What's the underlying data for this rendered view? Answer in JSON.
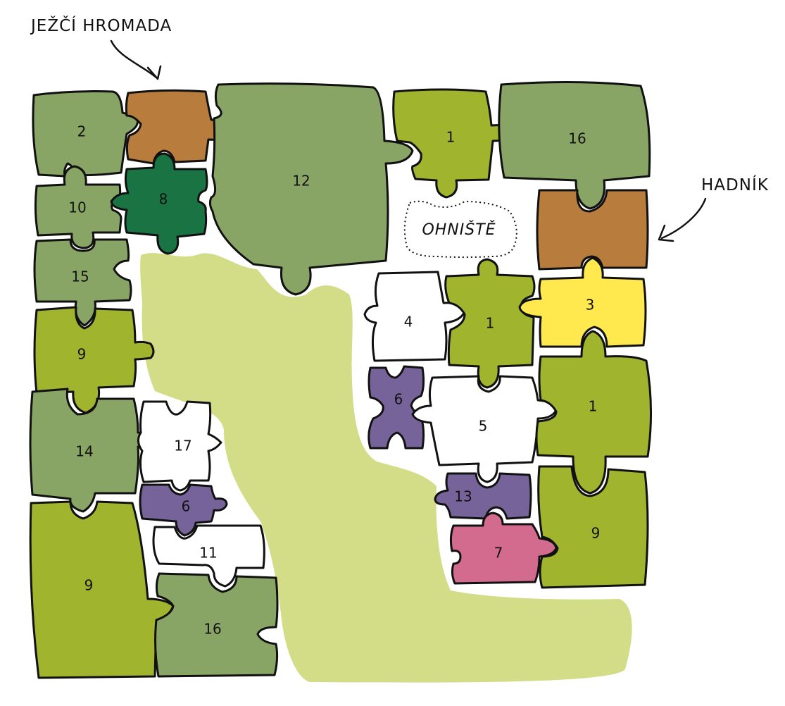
{
  "labels": {
    "hedgehog_pile": "JEŽČÍ HROMADA",
    "snake_pile": "HADNÍK",
    "fireplace": "OHNIŠTĚ"
  },
  "colors": {
    "path": "#d3dc87",
    "olive": "#a0b42e",
    "sage": "#89a566",
    "dark_green": "#1a7343",
    "brown": "#b87c3c",
    "yellow": "#ffe94f",
    "purple": "#766399",
    "pink": "#d36b8e",
    "white": "#ffffff"
  },
  "beds": [
    {
      "id": "bed-2",
      "number": "2"
    },
    {
      "id": "bed-brown-top",
      "number": ""
    },
    {
      "id": "bed-12",
      "number": "12"
    },
    {
      "id": "bed-1-top",
      "number": "1"
    },
    {
      "id": "bed-16-top",
      "number": "16"
    },
    {
      "id": "bed-10",
      "number": "10"
    },
    {
      "id": "bed-8",
      "number": "8"
    },
    {
      "id": "bed-brown-right",
      "number": ""
    },
    {
      "id": "bed-15",
      "number": "15"
    },
    {
      "id": "bed-4",
      "number": "4"
    },
    {
      "id": "bed-1-mid",
      "number": "1"
    },
    {
      "id": "bed-3",
      "number": "3"
    },
    {
      "id": "bed-9-left",
      "number": "9"
    },
    {
      "id": "bed-6-mid",
      "number": "6"
    },
    {
      "id": "bed-5",
      "number": "5"
    },
    {
      "id": "bed-1-right",
      "number": "1"
    },
    {
      "id": "bed-14",
      "number": "14"
    },
    {
      "id": "bed-17",
      "number": "17"
    },
    {
      "id": "bed-6-left",
      "number": "6"
    },
    {
      "id": "bed-13",
      "number": "13"
    },
    {
      "id": "bed-11",
      "number": "11"
    },
    {
      "id": "bed-7",
      "number": "7"
    },
    {
      "id": "bed-9-right",
      "number": "9"
    },
    {
      "id": "bed-9-bottom",
      "number": "9"
    },
    {
      "id": "bed-16-bottom",
      "number": "16"
    }
  ]
}
